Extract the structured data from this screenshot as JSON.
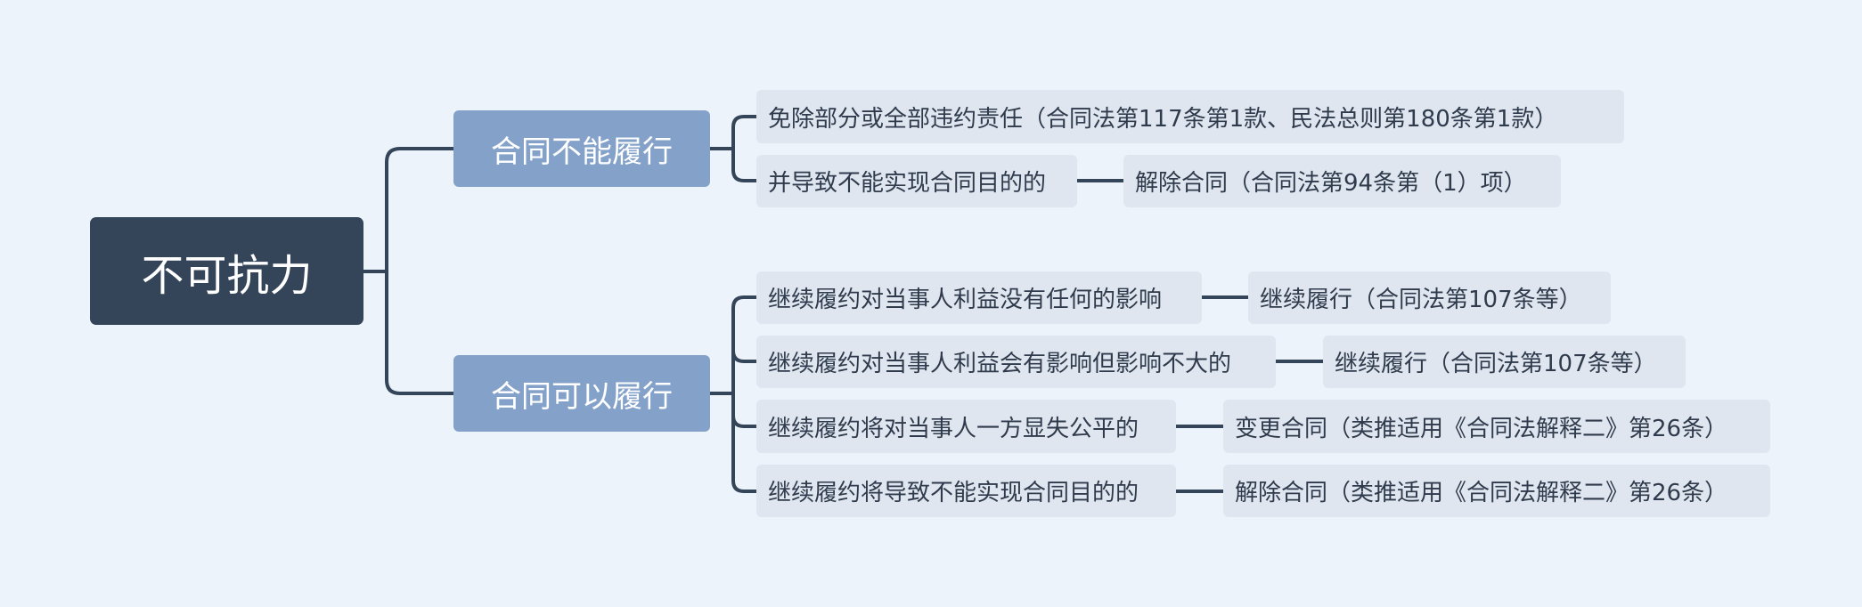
{
  "colors": {
    "background": "#edf3fa",
    "root_fill": "#344459",
    "branch_fill": "#84a2c9",
    "leaf_fill": "#dfe6ef",
    "connector": "#344459"
  },
  "root": {
    "label": "不可抗力"
  },
  "branches": [
    {
      "label": "合同不能履行",
      "items": [
        {
          "condition": "免除部分或全部违约责任（合同法第117条第1款、民法总则第180条第1款）",
          "result": ""
        },
        {
          "condition": "并导致不能实现合同目的的",
          "result": "解除合同（合同法第94条第（1）项）"
        }
      ]
    },
    {
      "label": "合同可以履行",
      "items": [
        {
          "condition": "继续履约对当事人利益没有任何的影响",
          "result": "继续履行（合同法第107条等）"
        },
        {
          "condition": "继续履约对当事人利益会有影响但影响不大的",
          "result": "继续履行（合同法第107条等）"
        },
        {
          "condition": "继续履约将对当事人一方显失公平的",
          "result": "变更合同（类推适用《合同法解释二》第26条）"
        },
        {
          "condition": "继续履约将导致不能实现合同目的的",
          "result": "解除合同（类推适用《合同法解释二》第26条）"
        }
      ]
    }
  ]
}
